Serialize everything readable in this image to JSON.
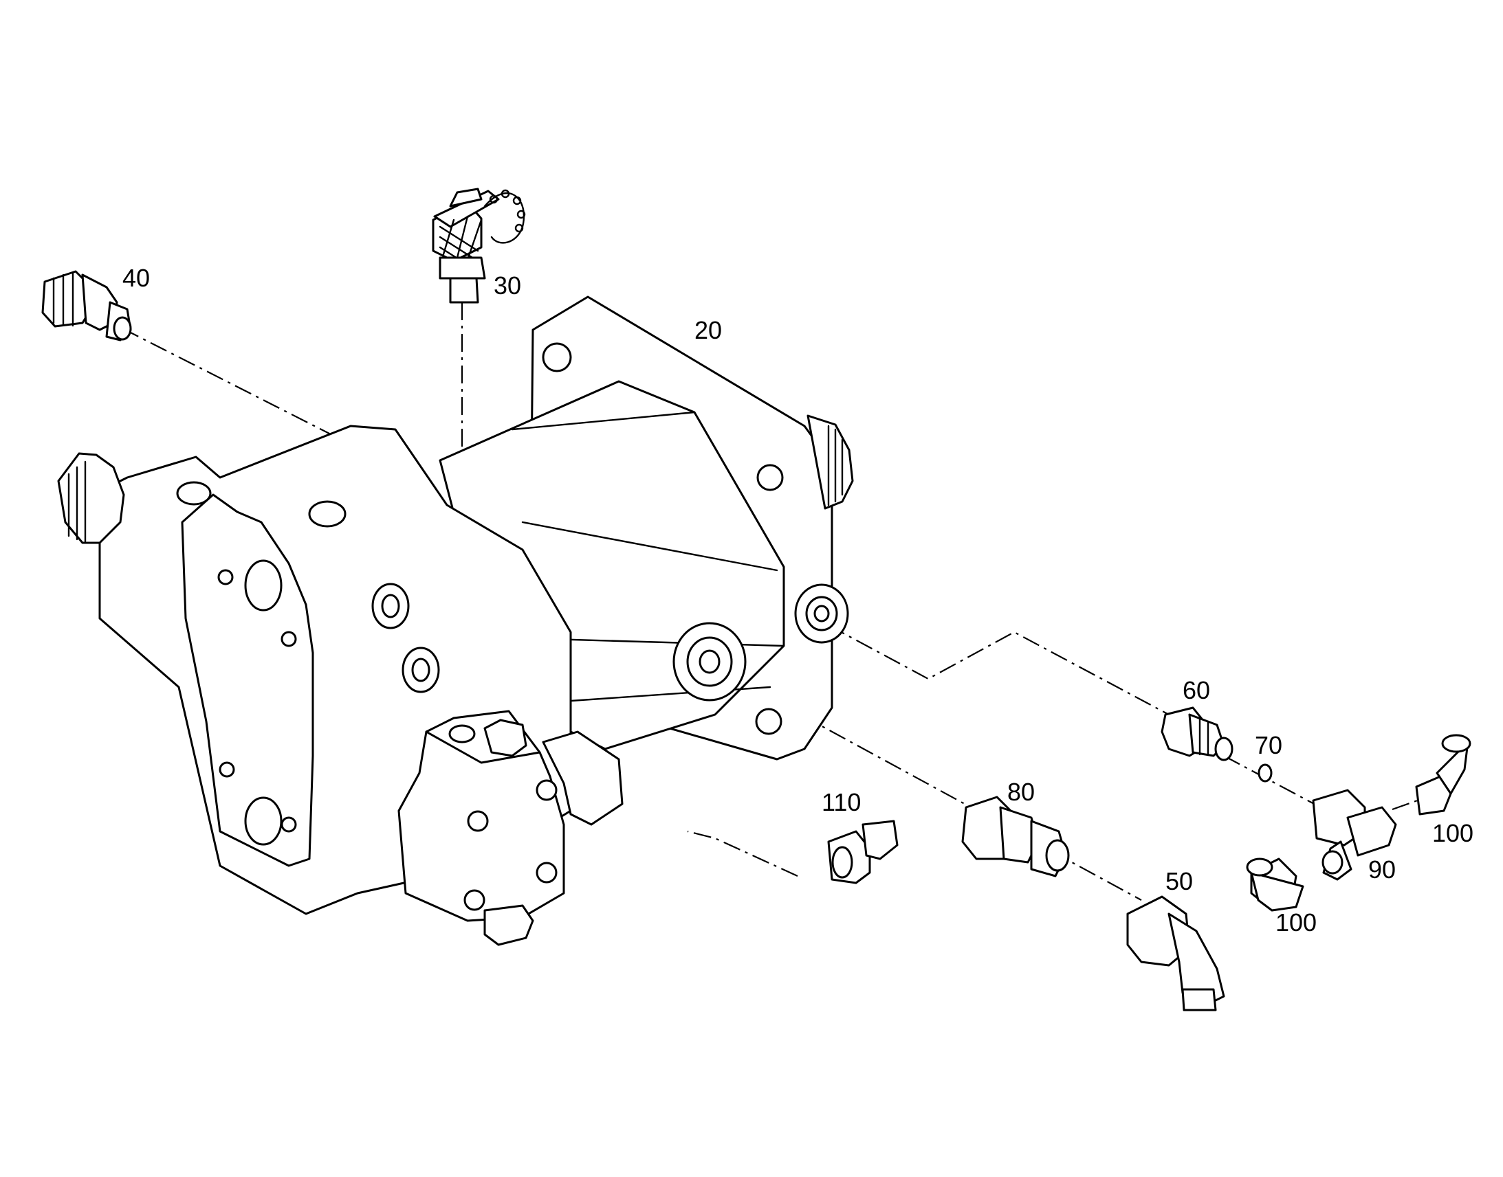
{
  "callouts": {
    "c20": "20",
    "c30": "30",
    "c40": "40",
    "c50": "50",
    "c60": "60",
    "c70": "70",
    "c80": "80",
    "c90": "90",
    "c100a": "100",
    "c100b": "100",
    "c110": "110"
  }
}
